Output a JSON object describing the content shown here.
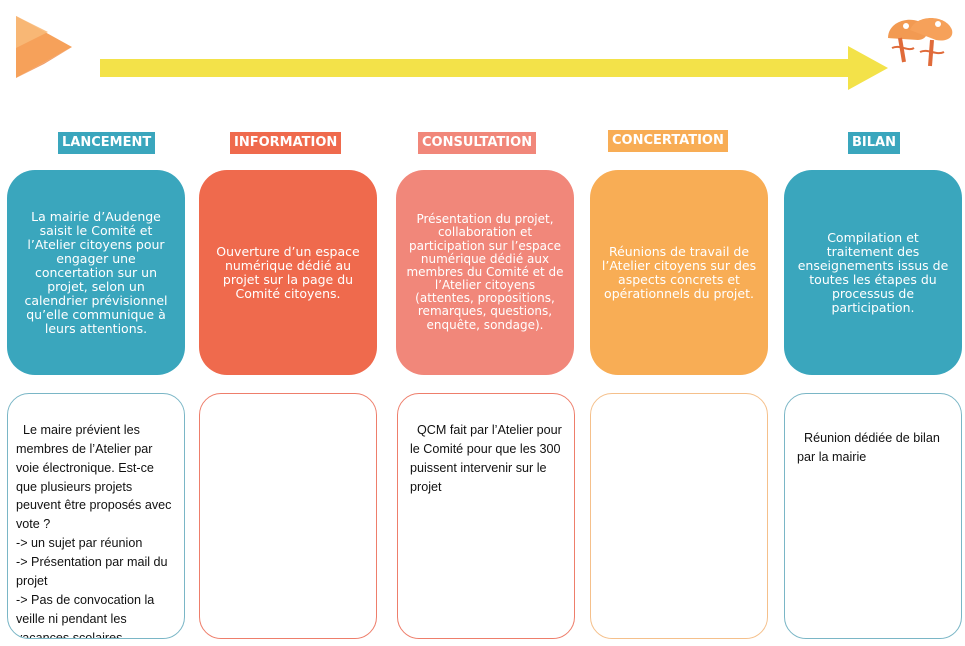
{
  "colors": {
    "teal": "#3aa6bd",
    "red": "#ef6a4d",
    "salmon": "#f1877a",
    "orange": "#f8ad55",
    "arrow_yellow": "#f3e249",
    "logo_orange": "#f6a15a",
    "border_teal": "#7ab6c6",
    "border_red": "#ee7e6b",
    "border_orange": "#f5c08b"
  },
  "icons": {
    "logo": "play-triangle-icon",
    "arrow": "timeline-arrow-icon",
    "decoration": "mushroom-illustration-icon"
  },
  "stages": [
    {
      "title": "LANCEMENT",
      "color": "#3aa6bd",
      "description": "La mairie d’Audenge saisit le Comité et l’Atelier citoyens pour engager une concertation sur un projet, selon un calendrier prévisionnel qu’elle communique à leurs attentions.",
      "note": "Le maire prévient les membres de l’Atelier par voie électronique. Est-ce que plusieurs projets peuvent être proposés avec vote ?\n-> un sujet par réunion\n-> Présentation par mail du projet\n-> Pas de convocation la veille ni pendant les vacances scolaires"
    },
    {
      "title": "INFORMATION",
      "color": "#ef6a4d",
      "description": "Ouverture d’un espace numérique dédié au projet sur la page du Comité citoyens.",
      "note": ""
    },
    {
      "title": "CONSULTATION",
      "color": "#f1877a",
      "description": "Présentation du projet, collaboration et participation sur l’espace numérique dédié aux membres du Comité et de l’Atelier citoyens (attentes, propositions, remarques, questions, enquête, sondage).",
      "note": "QCM fait par l’Atelier pour le Comité pour que les 300 puissent intervenir sur le projet"
    },
    {
      "title": "CONCERTATION",
      "color": "#f8ad55",
      "description": "Réunions de travail de l’Atelier citoyens sur des aspects concrets et opérationnels du projet.",
      "note": ""
    },
    {
      "title": "BILAN",
      "color": "#3aa6bd",
      "description": "Compilation et traitement des enseignements issus de toutes les étapes du processus de participation.",
      "note": "Réunion dédiée de bilan par la mairie"
    }
  ]
}
